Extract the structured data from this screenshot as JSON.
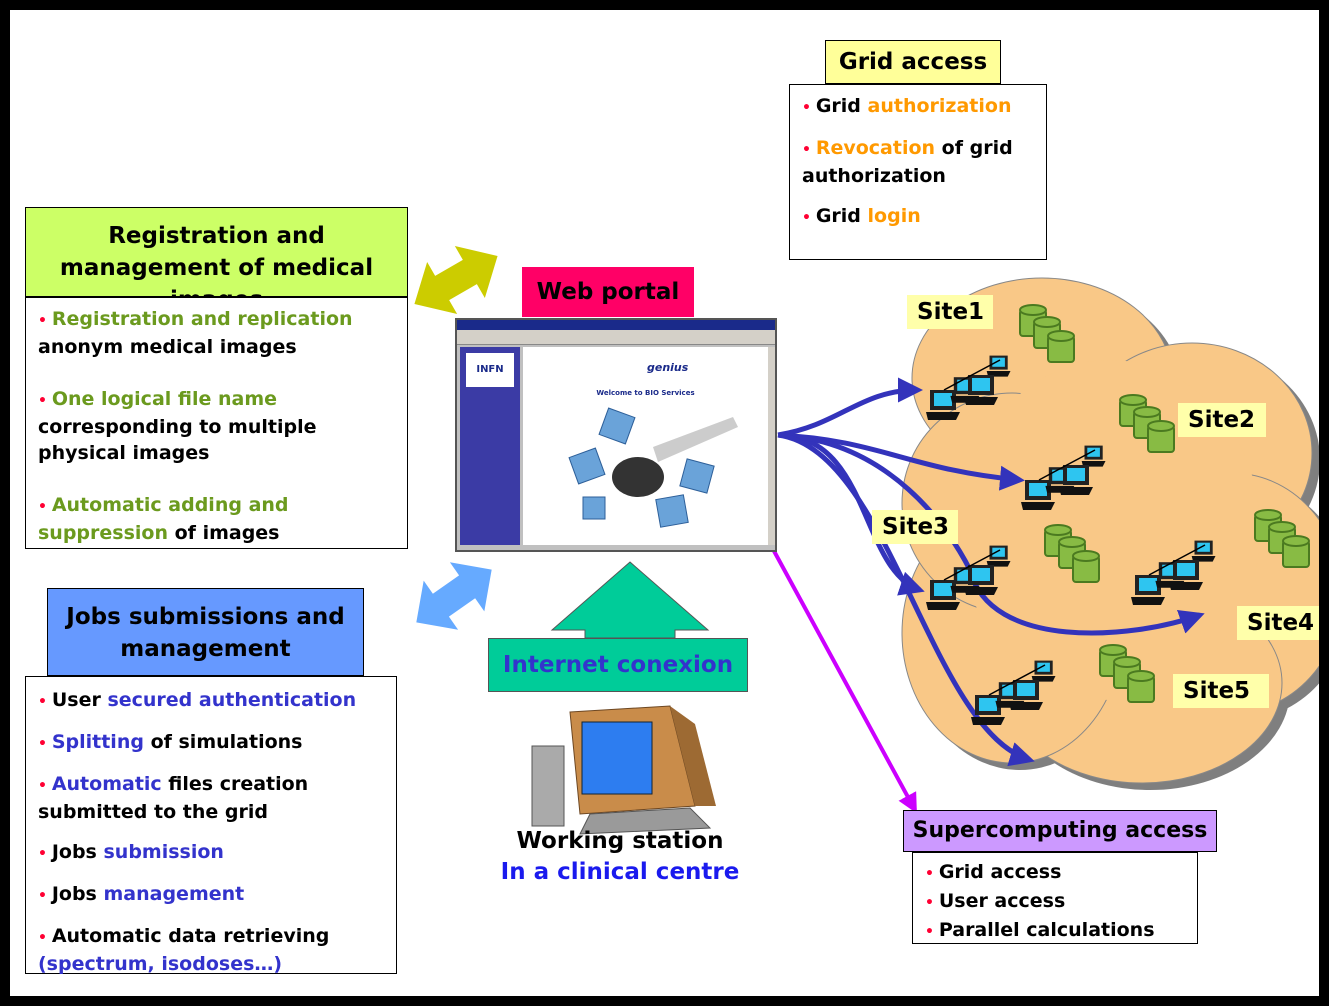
{
  "registration": {
    "title": "Registration and management of medical images",
    "item1_hl": "Registration and replication",
    "item1_rest": "anonym medical images",
    "item2_hl": "One logical file name",
    "item2_rest": "corresponding to multiple physical images",
    "item3_hl": "Automatic adding and suppression",
    "item3_rest": " of images"
  },
  "jobs": {
    "title": "Jobs submissions and management",
    "i1_pre": "User ",
    "i1_hl": "secured authentication",
    "i2_hl": "Splitting",
    "i2_rest": " of simulations",
    "i3_hl": "Automatic",
    "i3_rest": " files creation submitted to the grid",
    "i4_pre": "Jobs ",
    "i4_hl": "submission",
    "i5_pre": "Jobs ",
    "i5_hl": "management",
    "i6_pre": "Automatic data retrieving",
    "i6_hl": "(spectrum, isodoses…)"
  },
  "grid": {
    "title": "Grid access",
    "i1_pre": "Grid ",
    "i1_hl": "authorization",
    "i2_hl": "Revocation",
    "i2_rest": " of grid authorization",
    "i3_pre": "Grid ",
    "i3_hl": "login"
  },
  "portal": {
    "label": "Web portal",
    "welcome": "Welcome to BIO Services",
    "genius": "genius",
    "infn": "INFN"
  },
  "internet": {
    "label": "Internet conexion"
  },
  "station": {
    "line1": "Working station",
    "line2": "In a clinical centre"
  },
  "sites": [
    "Site1",
    "Site2",
    "Site3",
    "Site4",
    "Site5"
  ],
  "super": {
    "title": "Supercomputing access",
    "items": [
      "Grid access",
      "User access",
      "Parallel calculations"
    ]
  },
  "colors": {
    "reg_header": "#ccff66",
    "jobs_header": "#6699ff",
    "grid_header": "#ffff99",
    "portal_label": "#ff0066",
    "internet": "#00cc99",
    "cloud": "#f9c887",
    "super_header": "#cc99ff",
    "arrow_blue": "#3333bb",
    "arrow_magenta": "#cc00ff"
  }
}
